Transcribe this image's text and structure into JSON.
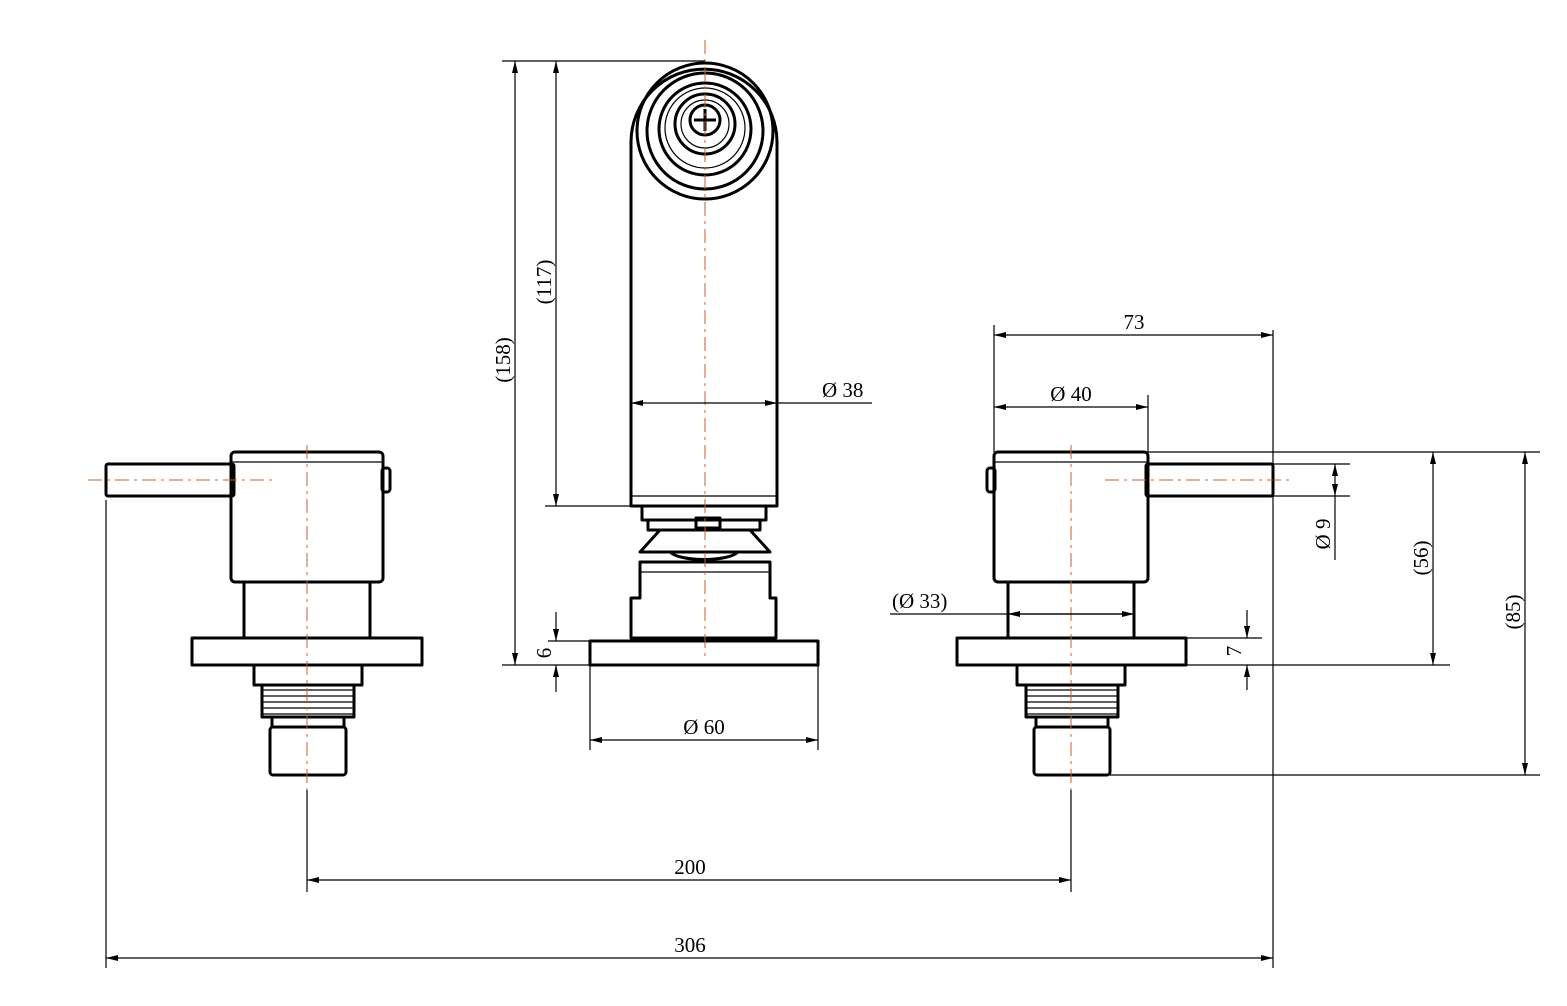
{
  "drawing": {
    "dimensions": {
      "overall_width": "306",
      "center_distance": "200",
      "spout_height": "(158)",
      "spout_body_height": "(117)",
      "spout_diameter": "Ø 38",
      "base_thickness_spout": "6",
      "base_diameter": "Ø 60",
      "handle_width": "73",
      "handle_diameter": "Ø 40",
      "lever_diameter": "Ø 9",
      "valve_height": "(56)",
      "total_height": "(85)",
      "neck_diameter": "(Ø 33)",
      "base_thickness_valve": "7"
    }
  }
}
